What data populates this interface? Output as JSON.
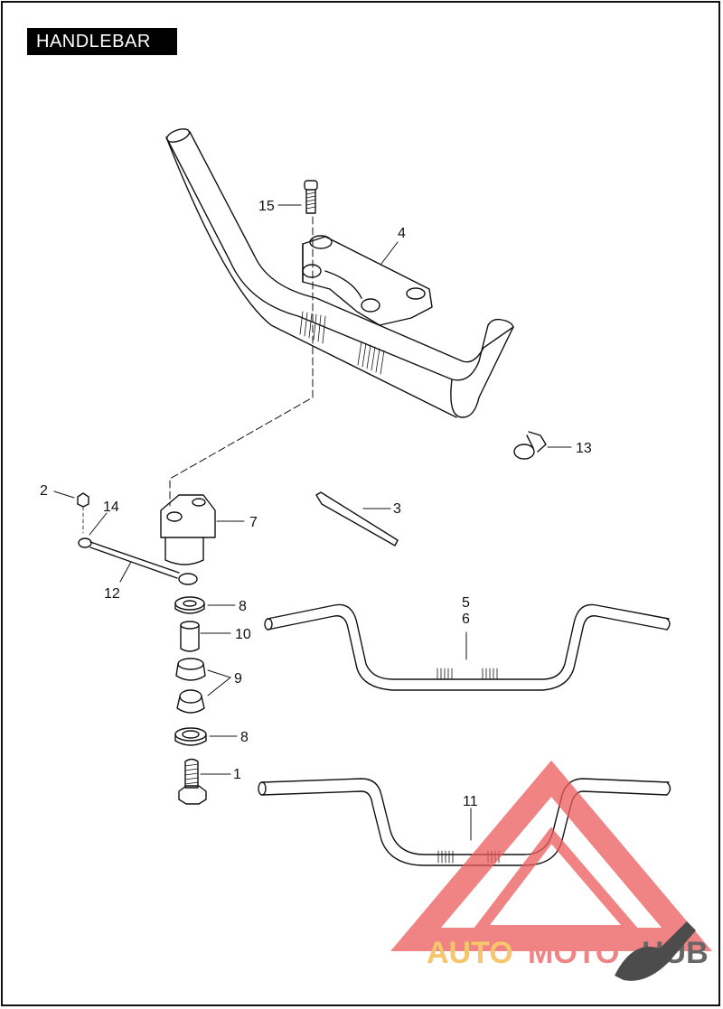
{
  "title": "HANDLEBAR",
  "callouts": {
    "c1": "1",
    "c2": "2",
    "c3": "3",
    "c4": "4",
    "c5": "5",
    "c6": "6",
    "c7": "7",
    "c8a": "8",
    "c8b": "8",
    "c9": "9",
    "c10": "10",
    "c11": "11",
    "c12": "12",
    "c13": "13",
    "c14": "14",
    "c15": "15"
  },
  "watermark": {
    "part1": "AUTO",
    "part2": "MOTO",
    "part3": "HUB",
    "color_orange": "#f5b23a",
    "color_red": "#ec5a5a"
  },
  "colors": {
    "line": "#111111",
    "background": "#ffffff",
    "title_bg": "#000000"
  }
}
